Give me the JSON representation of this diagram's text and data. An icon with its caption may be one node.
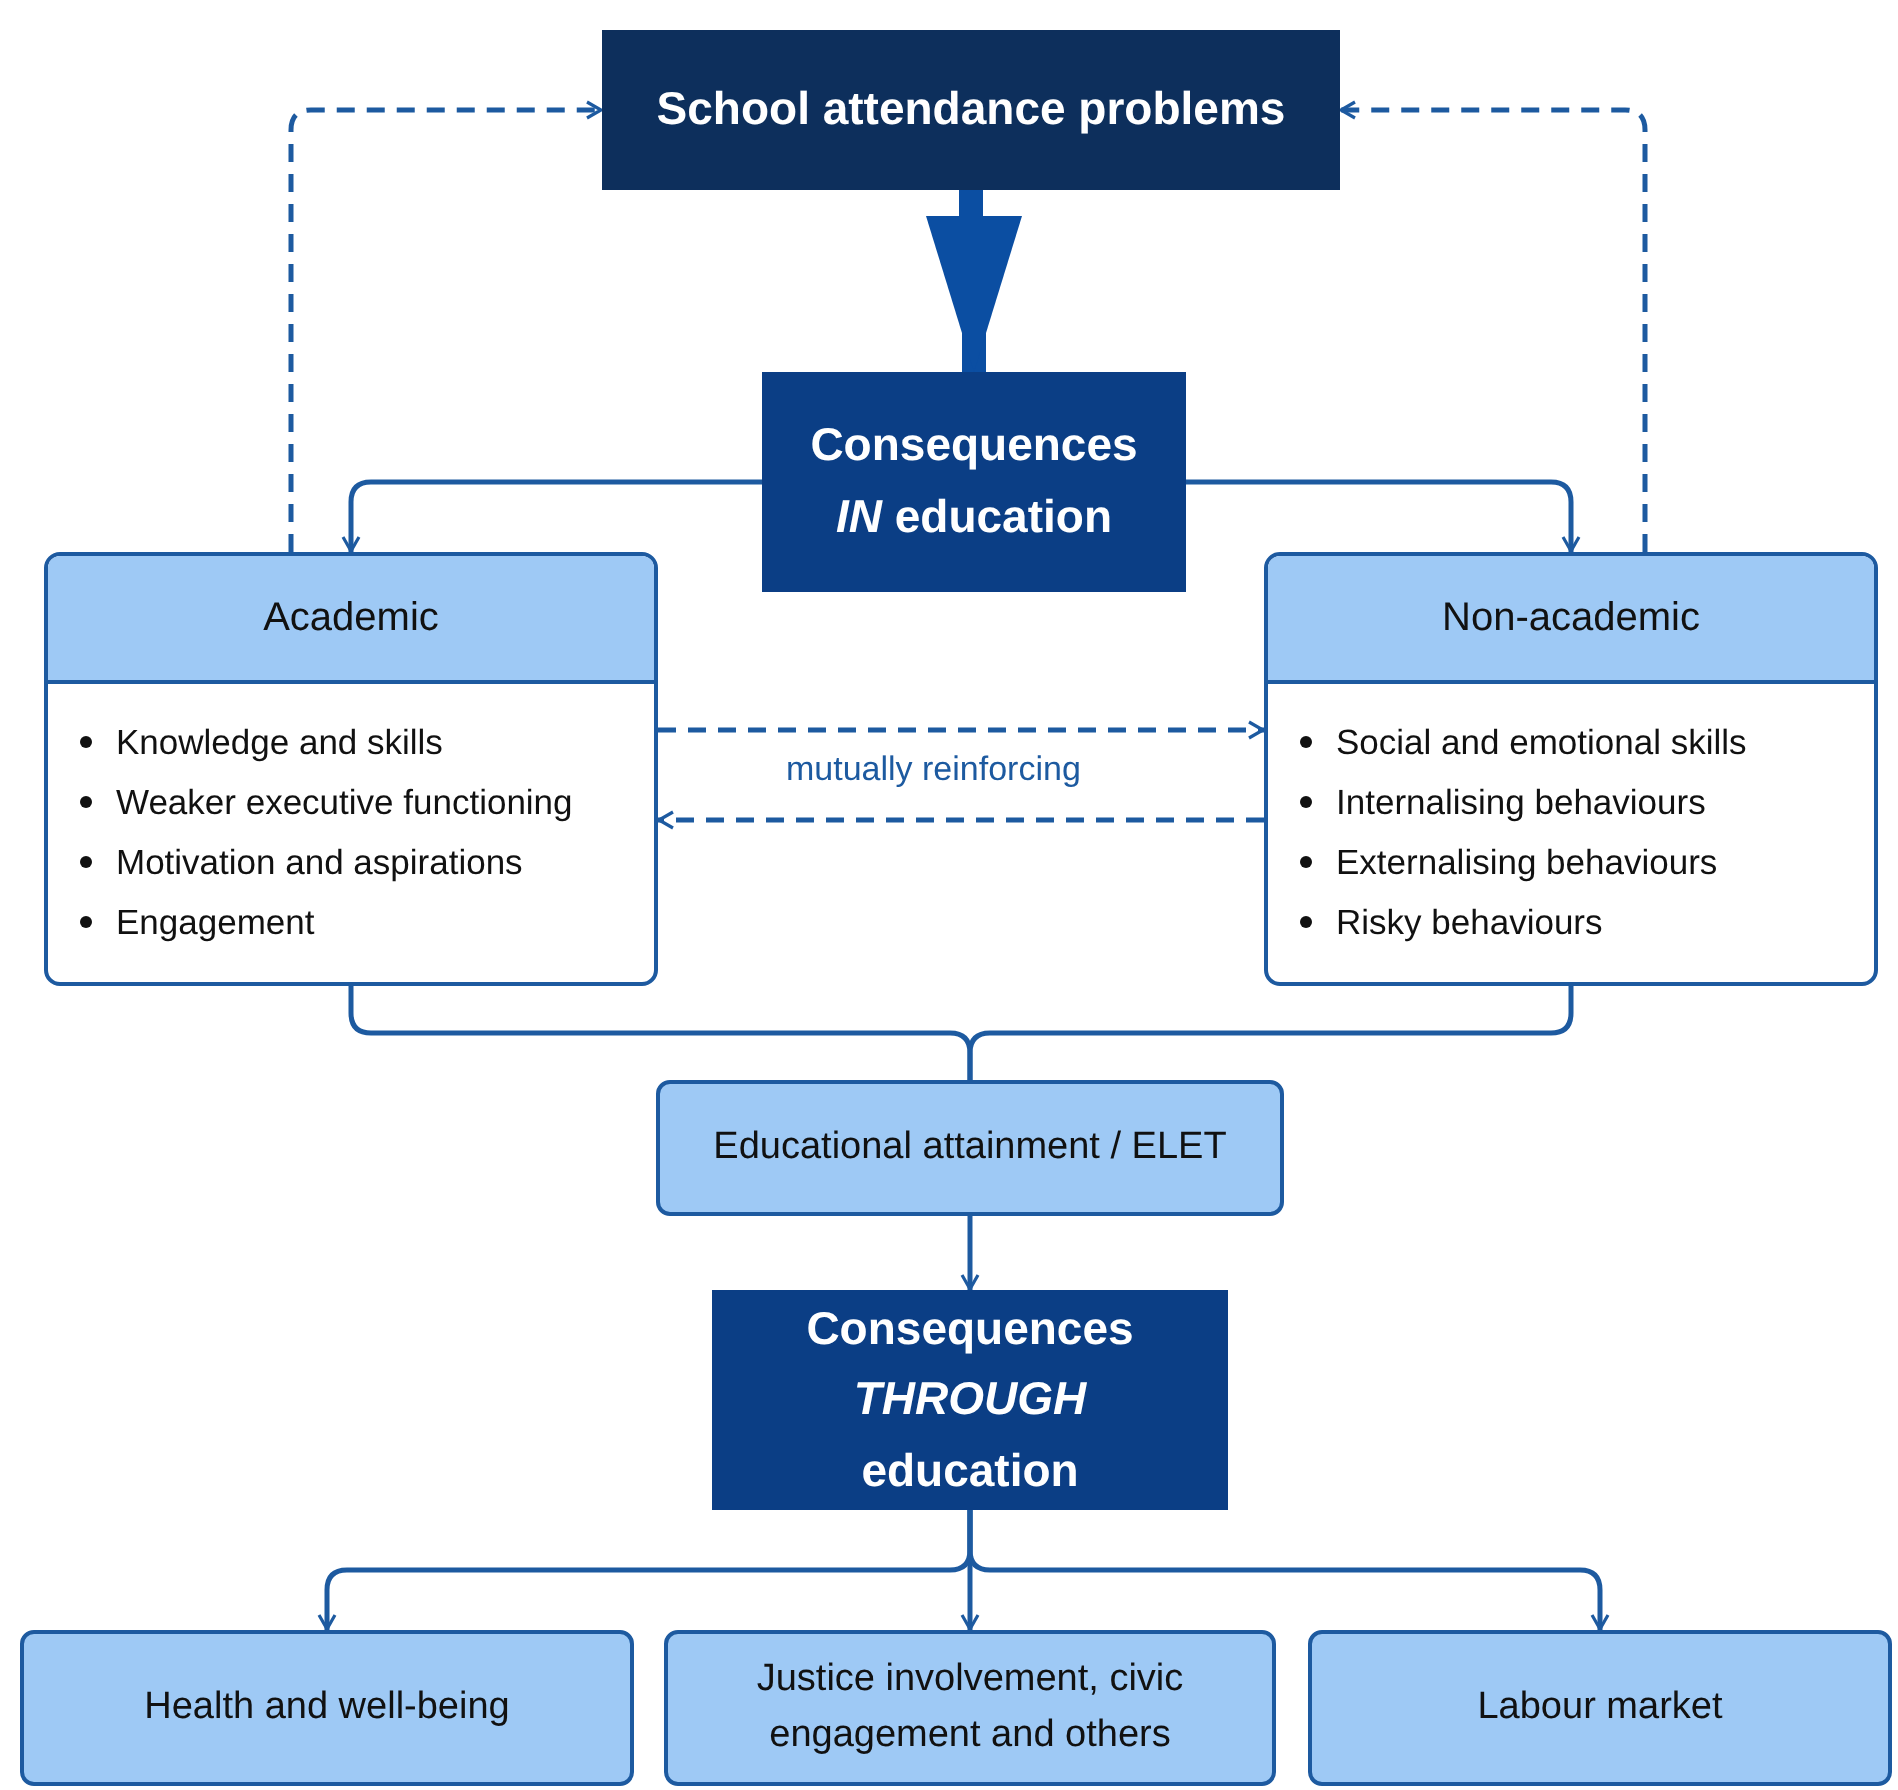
{
  "diagram": {
    "nodes": [
      {
        "text": [
          "School attendance problems"
        ]
      },
      {
        "text": [
          "Consequences *IN* education"
        ]
      },
      {
        "text": [
          "Academic",
          "Knowledge and skills",
          "Weaker executive functioning",
          "Motivation and aspirations",
          "Engagement"
        ]
      },
      {
        "text": [
          "Non-academic",
          "Social and emotional skills",
          "Internalising behaviours",
          "Externalising behaviours",
          "Risky behaviours"
        ]
      },
      {
        "text": [
          "Educational attainment / ELET"
        ]
      },
      {
        "text": [
          "Consequences *THROUGH* education"
        ]
      },
      {
        "text": [
          "Health and well-being"
        ]
      },
      {
        "text": [
          "Justice involvement, civic engagement and others"
        ]
      },
      {
        "text": [
          "Labour market"
        ]
      }
    ],
    "edges": [
      {
        "from": 0,
        "to": 1,
        "arrow": "to",
        "style": "thick"
      },
      {
        "from": 1,
        "to": 2,
        "arrow": "to"
      },
      {
        "from": 1,
        "to": 3,
        "arrow": "to"
      },
      {
        "from": 2,
        "to": 0,
        "arrow": "to",
        "style": "dashed"
      },
      {
        "from": 3,
        "to": 0,
        "arrow": "to",
        "style": "dashed"
      },
      {
        "from": 2,
        "to": 3,
        "arrow": "to",
        "style": "dashed"
      },
      {
        "from": 3,
        "to": 2,
        "arrow": "to",
        "style": "dashed"
      },
      {
        "from": 2,
        "to": 4,
        "arrow": "none"
      },
      {
        "from": 3,
        "to": 4,
        "arrow": "none"
      },
      {
        "from": 4,
        "to": 5,
        "arrow": "to"
      },
      {
        "from": 5,
        "to": 6,
        "arrow": "to"
      },
      {
        "from": 5,
        "to": 7,
        "arrow": "to"
      },
      {
        "from": 5,
        "to": 8,
        "arrow": "to"
      }
    ],
    "labels": [
      "mutually reinforcing"
    ]
  }
}
